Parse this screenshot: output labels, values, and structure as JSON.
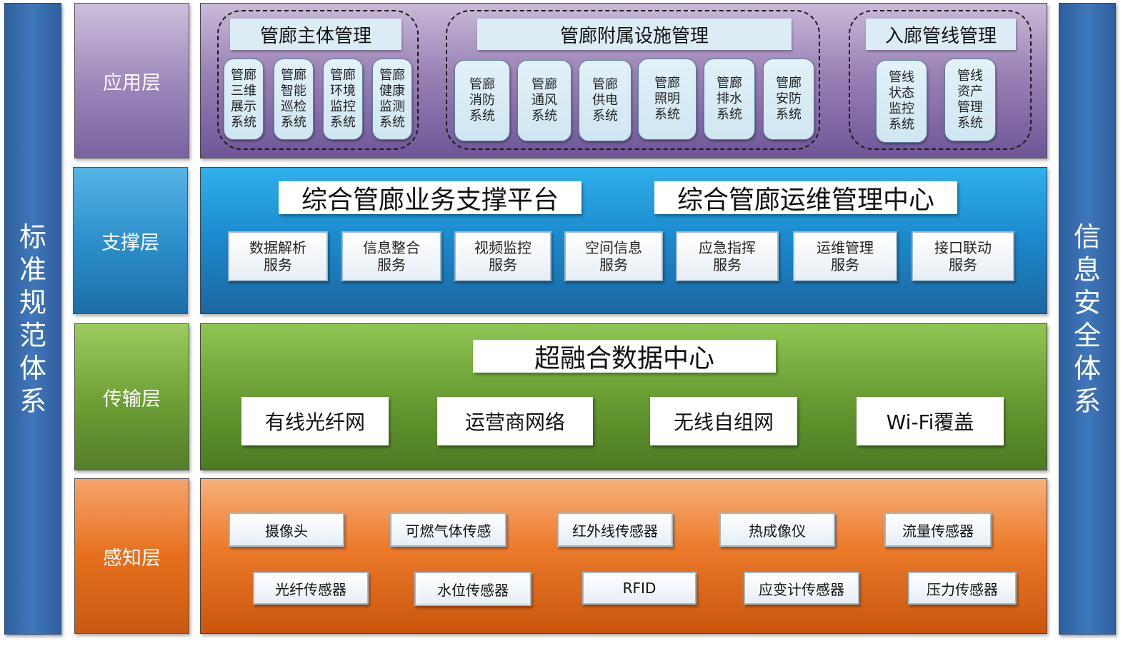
{
  "side_left": [
    "标",
    "准",
    "规",
    "范",
    "体",
    "系"
  ],
  "side_right": [
    "信",
    "息",
    "安",
    "全",
    "体",
    "系"
  ],
  "layers": {
    "application": "应用层",
    "support": "支撑层",
    "transport": "传输层",
    "perception": "感知层"
  },
  "application": {
    "groups": [
      {
        "title": "管廊主体管理",
        "systems": [
          "管廊\n三维\n展示\n系统",
          "管廊\n智能\n巡检\n系统",
          "管廊\n环境\n监控\n系统",
          "管廊\n健康\n监测\n系统"
        ]
      },
      {
        "title": "管廊附属设施管理",
        "systems": [
          "管廊\n消防\n系统",
          "管廊\n通风\n系统",
          "管廊\n供电\n系统",
          "管廊\n照明\n系统",
          "管廊\n排水\n系统",
          "管廊\n安防\n系统"
        ]
      },
      {
        "title": "入廊管线管理",
        "systems": [
          "管线\n状态\n监控\n系统",
          "管线\n资产\n管理\n系统"
        ]
      }
    ]
  },
  "support": {
    "platforms": [
      "综合管廊业务支撑平台",
      "综合管廊运维管理中心"
    ],
    "services": [
      "数据解析\n服务",
      "信息整合\n服务",
      "视频监控\n服务",
      "空间信息\n服务",
      "应急指挥\n服务",
      "运维管理\n服务",
      "接口联动\n服务"
    ]
  },
  "transport": {
    "center": "超融合数据中心",
    "networks": [
      "有线光纤网",
      "运营商网络",
      "无线自组网",
      "Wi-Fi覆盖"
    ]
  },
  "perception": {
    "row1": [
      "摄像头",
      "可燃气体传感",
      "红外线传感器",
      "热成像仪",
      "流量传感器"
    ],
    "row2": [
      "光纤传感器",
      "水位传感器",
      "RFID",
      "应变计传感器",
      "压力传感器"
    ]
  }
}
